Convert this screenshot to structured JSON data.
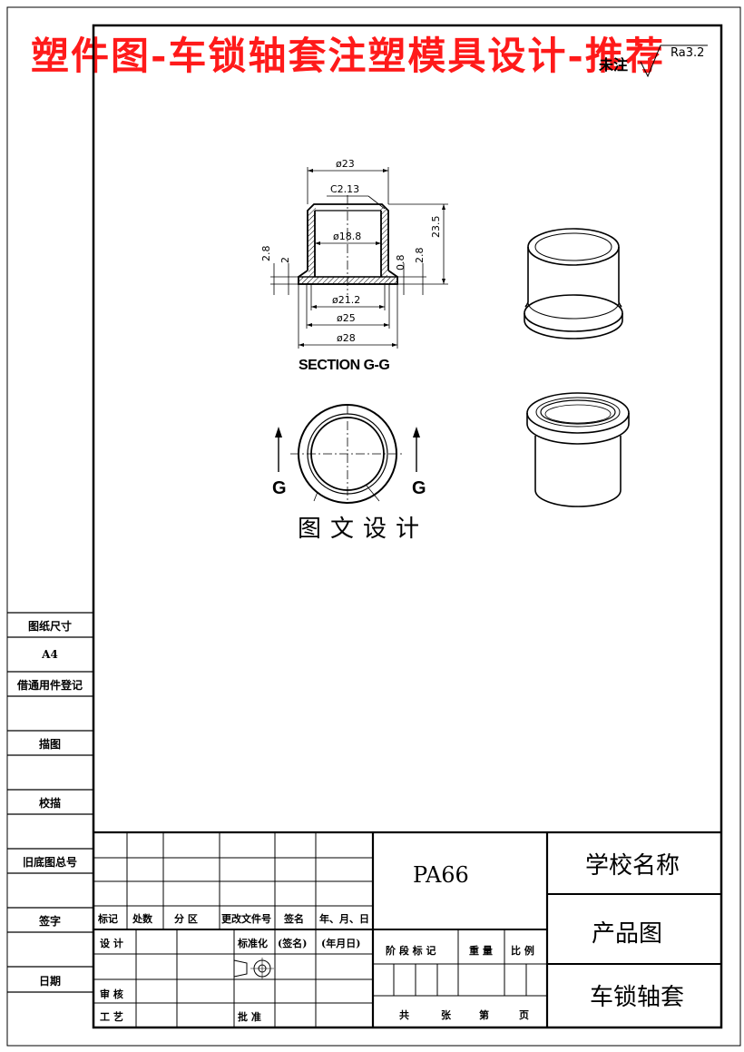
{
  "banner": "塑件图-车锁轴套注塑模具设计-推荐",
  "surface": {
    "note": "未注",
    "roughness": "Ra3.2"
  },
  "section_label": "SECTION G-G",
  "cut_letters": {
    "left": "G",
    "right": "G"
  },
  "dimensions": {
    "d23": "ø23",
    "c213": "C2.13",
    "d188": "ø18.8",
    "d212": "ø21.2",
    "d25": "ø25",
    "d28": "ø28",
    "h235": "23.5",
    "h28a": "2.8",
    "h2": "2",
    "h28b": "2.8",
    "h08": "0.8"
  },
  "watermark": "图文设计",
  "side_panel": [
    "图纸尺寸",
    "A4",
    "借通用件登记",
    "描图",
    "校描",
    "旧底图总号",
    "签字",
    "日期"
  ],
  "title_block": {
    "material": "PA66",
    "school": "学校名称",
    "drawing_type": "产品图",
    "part_name": "车锁轴套",
    "rev_headers": [
      "标记",
      "处数",
      "分 区",
      "更改文件号",
      "签名",
      "年、月、日"
    ],
    "row_design": "设 计",
    "row_std": "标准化",
    "row_sign": "(签名)",
    "row_date": "(年月日)",
    "row_review": "审 核",
    "row_process": "工 艺",
    "row_approve": "批 准",
    "stage_headers": [
      "阶 段 标 记",
      "重 量",
      "比 例"
    ],
    "sheet_labels": [
      "共",
      "张",
      "第",
      "页"
    ]
  }
}
